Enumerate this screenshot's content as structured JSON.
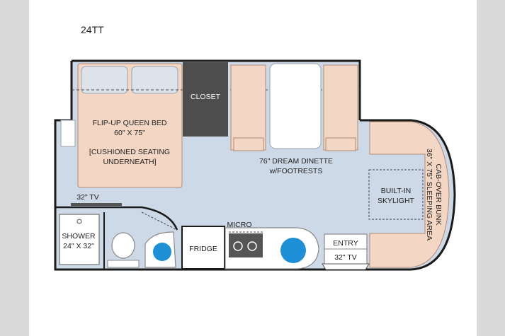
{
  "model": "24TT",
  "labels": {
    "bed_line1": "FLIP-UP QUEEN BED",
    "bed_line2": "60\" X 75\"",
    "bed_line3": "[CUSHIONED SEATING",
    "bed_line4": "UNDERNEATH]",
    "closet": "CLOSET",
    "dinette_line1": "76\" DREAM DINETTE",
    "dinette_line2": "w/FOOTRESTS",
    "skylight_line1": "BUILT-IN",
    "skylight_line2": "SKYLIGHT",
    "bunk_line1": "CAB-OVER BUNK",
    "bunk_line2": "36\" X 75\" SLEEPING AREA",
    "tv_left": "32\" TV",
    "shower_line1": "SHOWER",
    "shower_line2": "24\" X 32\"",
    "fridge": "FRIDGE",
    "micro": "MICRO",
    "entry": "ENTRY",
    "tv_right": "32\" TV"
  },
  "colors": {
    "wall": "#1a1a1a",
    "floor": "#cdd9e6",
    "cushion": "#f3d6c4",
    "cushion_stroke": "#b08a78",
    "closet": "#4d4d4d",
    "blue": "#1c8fd6"
  }
}
